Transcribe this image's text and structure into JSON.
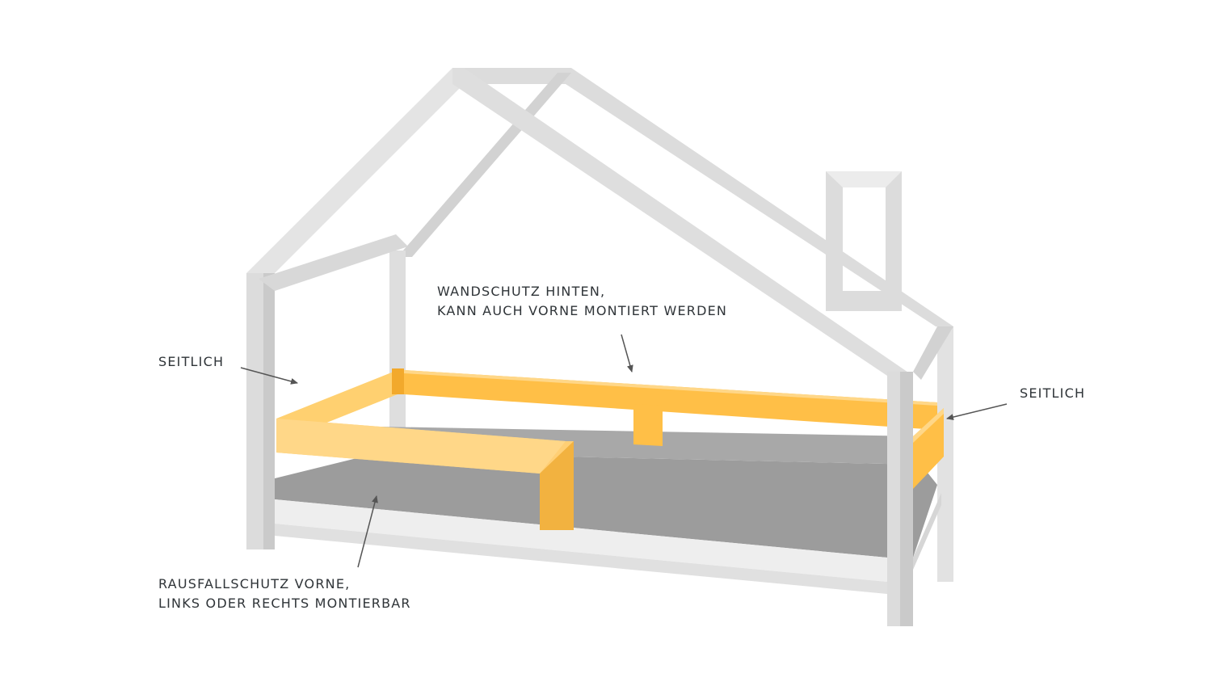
{
  "labels": {
    "side_left": "SEITLICH",
    "side_right": "SEITLICH",
    "back_line1": "WANDSCHUTZ HINTEN,",
    "back_line2": "KANN AUCH VORNE MONTIERT WERDEN",
    "front_line1": "RAUSFALLSCHUTZ VORNE,",
    "front_line2": "LINKS ODER RECHTS MONTIERBAR"
  },
  "colors": {
    "frame": "#dcdcdc",
    "frame_shadow": "#c4c4c4",
    "frame_light": "#ececec",
    "guard": "#ffbf47",
    "guard_light": "#ffd788",
    "guard_dark": "#f2a92c",
    "mattress": "#9c9c9c",
    "mattress_light": "#b3b3b3",
    "base": "#eeeeee",
    "arrow": "#555555",
    "text": "#2f3438"
  }
}
